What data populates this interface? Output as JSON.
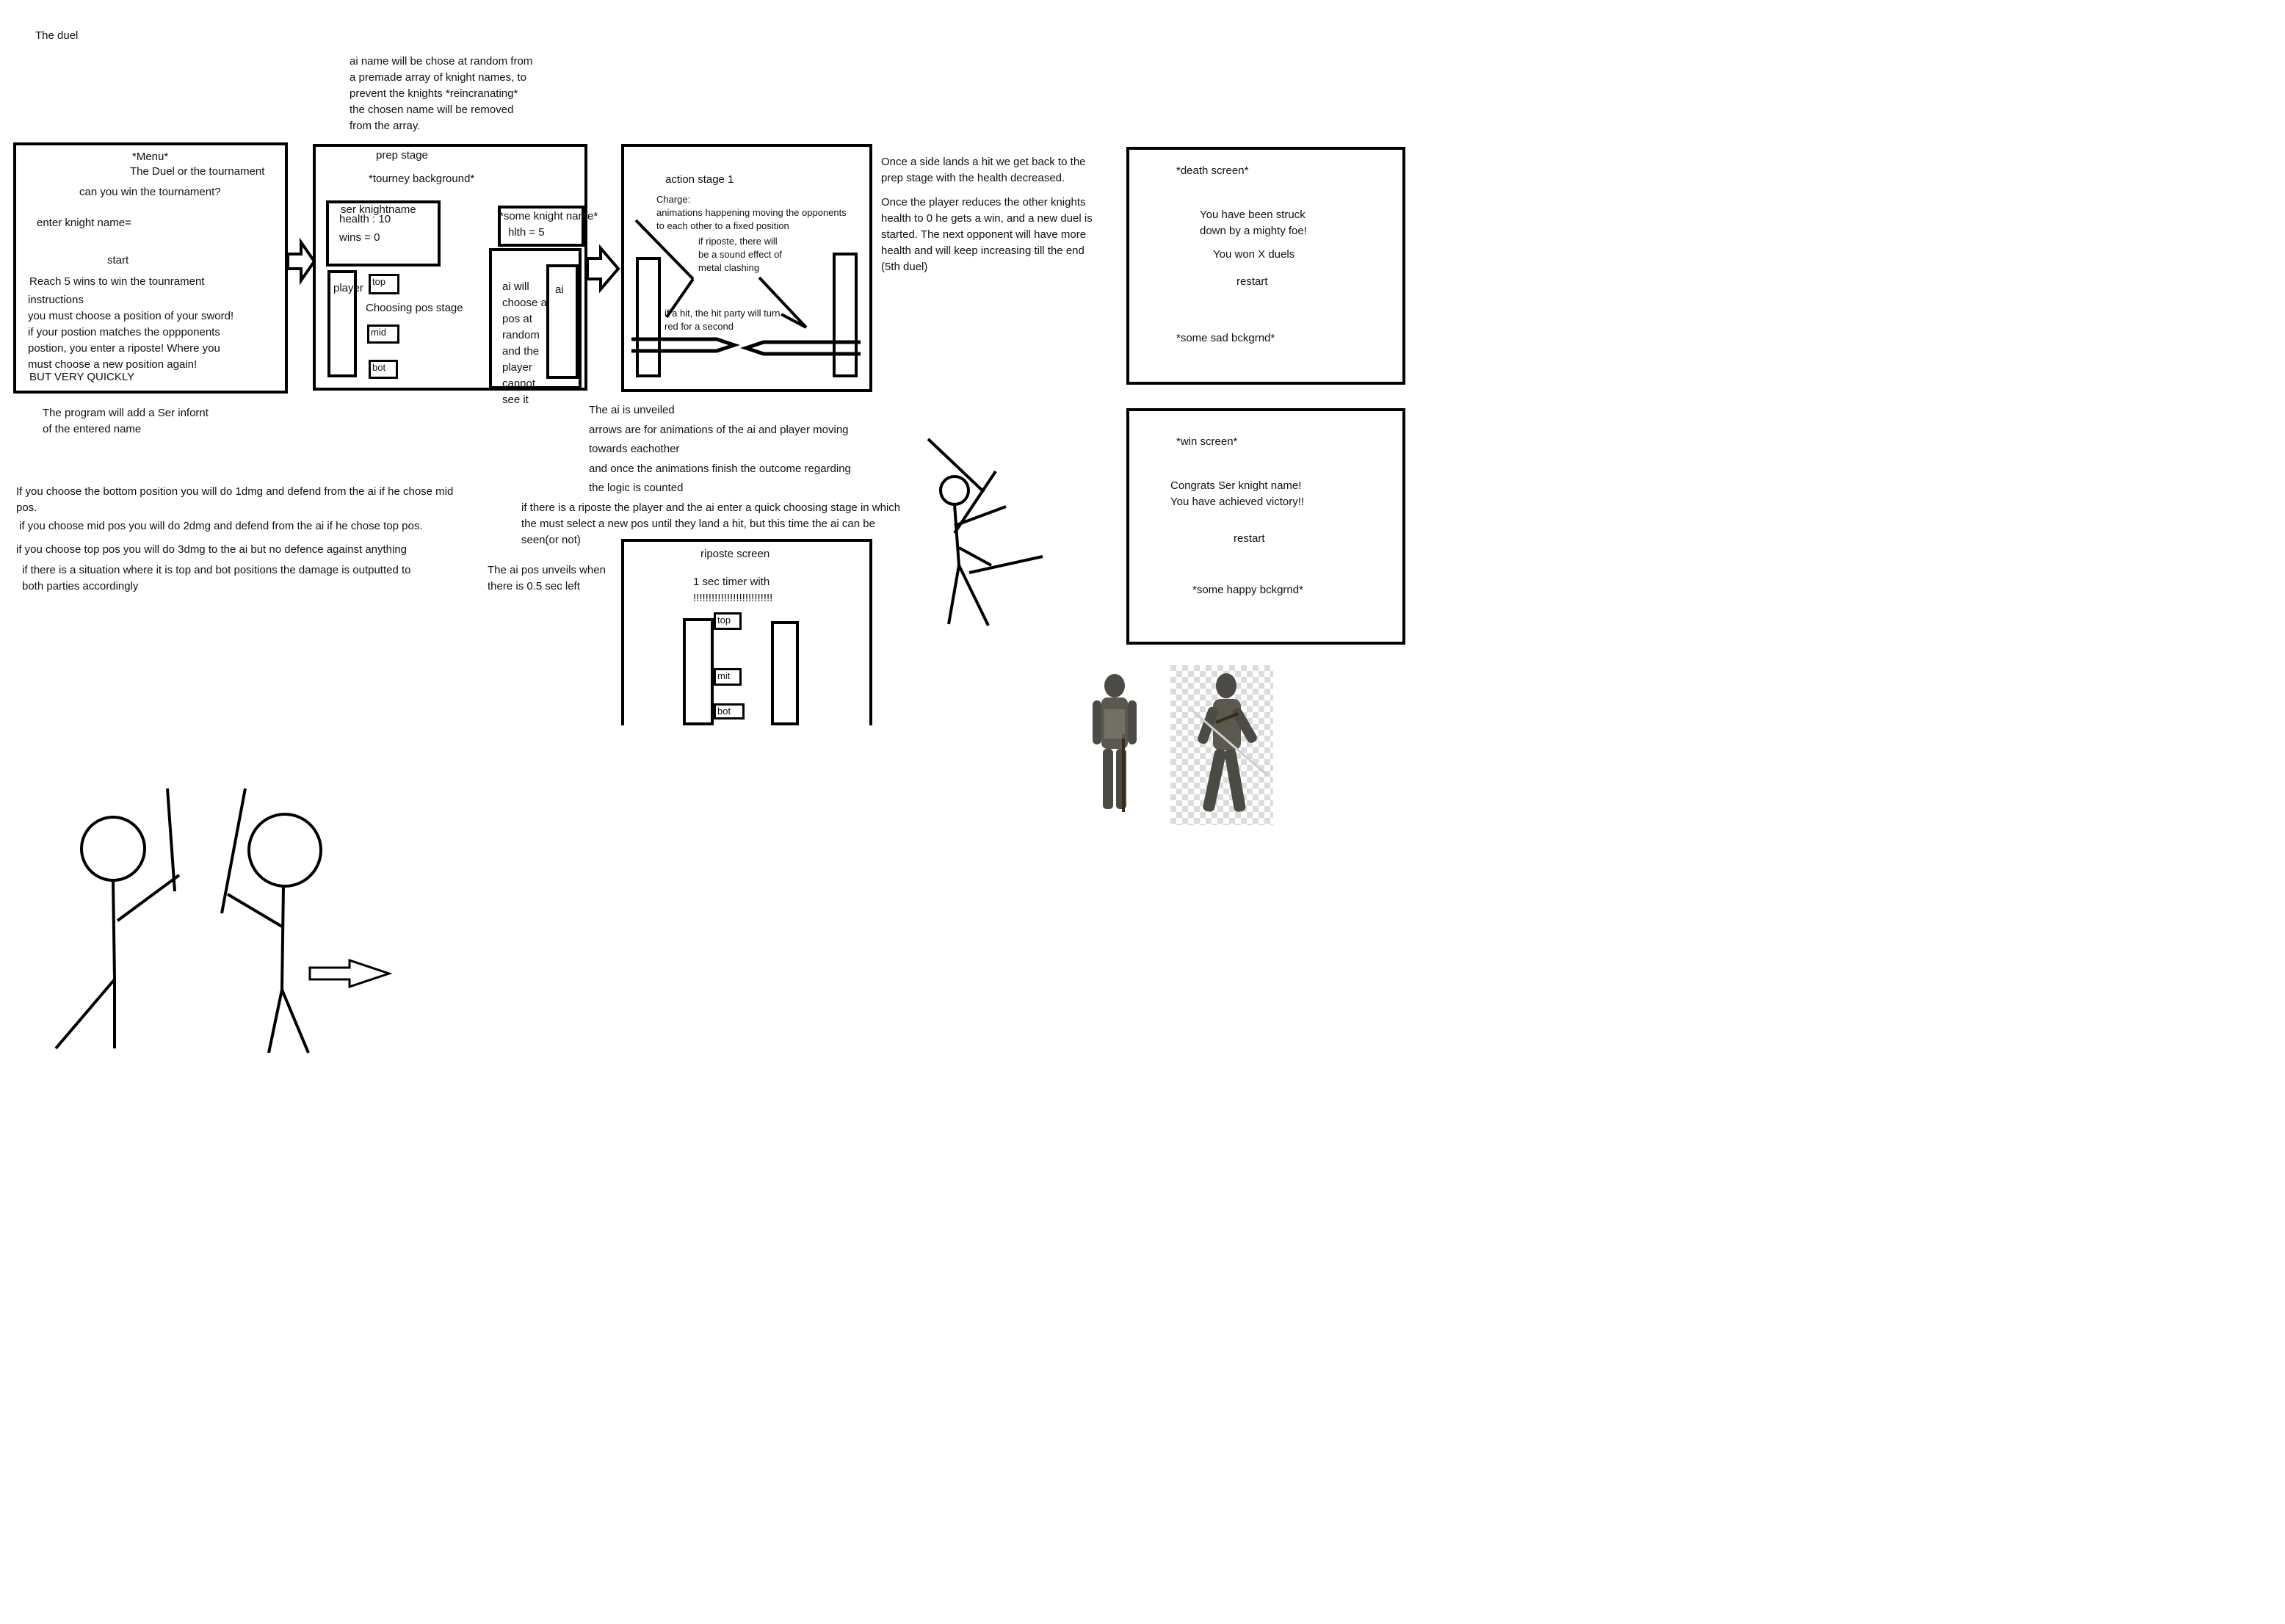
{
  "title": "The duel",
  "notes": {
    "ai_name": "ai name will be chose at random from\na premade array of knight names, to\nprevent the knights *reincranating*\nthe chosen name will be removed\nfrom the array.",
    "ser_prefix": "The program will add a Ser infornt\nof the entered name",
    "rules_bottom": "If you choose the bottom position you will do 1dmg and defend from the ai if he chose mid\npos.",
    "rules_mid": "if you choose mid pos you will do 2dmg and defend from the ai if he chose top pos.",
    "rules_top": "if you choose top pos you will do 3dmg to the ai but no defence against anything",
    "rules_topbot": "if there is a situation where it is top and bot positions the damage is outputted to\nboth parties accordingly",
    "ai_unveils": "The ai pos unveils when\nthere is 0.5 sec left",
    "ai_unveiled": "The ai is unveiled\narrows are for animations of the ai and player moving\ntowards eachother\nand once the animations finish the outcome regarding\nthe logic is counted",
    "riposte_note": "if there is a riposte the player and the ai enter a quick choosing stage in which\nthe must select a new pos until they land a hit, but this time the ai can be\nseen(or not)",
    "hit_note": "Once a side lands a hit we get back to the\nprep stage with the health decreased.",
    "win_note": "Once the player reduces the other knights\nhealth to 0 he gets a win, and a new duel is\nstarted. The next opponent will have more\nhealth and will keep increasing till the end\n(5th duel)"
  },
  "menu": {
    "heading": "*Menu*",
    "subtitle": "The Duel or the tournament",
    "question": "can you win the tournament?",
    "enter_name": "enter knight name=",
    "start": "start",
    "reach": "Reach 5 wins to win the tounrament",
    "instructions": "instructions\nyou must choose a position of your sword!\nif your postion matches the oppponents\npostion, you enter a riposte! Where you\nmust choose a new position again!",
    "quickly": "BUT VERY QUICKLY"
  },
  "prep": {
    "heading": "prep stage",
    "background": "*tourney background*",
    "player_name": "ser knightname",
    "health": "health : 10",
    "wins": "wins = 0",
    "enemy_name": "*some knight name*",
    "enemy_health": "hlth = 5",
    "player_label": "player",
    "top": "top",
    "mid": "mid",
    "bot": "bot",
    "choosing": "Choosing pos stage",
    "ai_label": "ai",
    "ai_text": "ai will\nchoose a\npos at\nrandom\nand the\nplayer\ncannot\nsee it"
  },
  "action": {
    "heading": "action stage 1",
    "charge": "Charge:\nanimations happening moving the opponents\nto each other to a fixed position",
    "riposte": "if riposte, there will\nbe a sound effect of\nmetal clashing",
    "hit": "if a hit, the hit party will turn\nred for a second"
  },
  "riposte": {
    "heading": "riposte screen",
    "timer": "1 sec timer with\n!!!!!!!!!!!!!!!!!!!!!!!!!!",
    "top": "top",
    "mid": "mit",
    "bot": "bot"
  },
  "death": {
    "heading": "*death screen*",
    "message": "You have been struck\ndown by a mighty foe!",
    "won": "You won X duels",
    "restart": "restart",
    "background": "*some sad bckgrnd*"
  },
  "win": {
    "heading": "*win screen*",
    "message": "Congrats Ser knight name!\nYou have achieved victory!!",
    "restart": "restart",
    "background": "*some happy bckgrnd*"
  },
  "colors": {
    "ink": "#000000",
    "armor": "#4b4a44",
    "armor_light": "#8a877a",
    "checker": "#dcdcdc"
  }
}
